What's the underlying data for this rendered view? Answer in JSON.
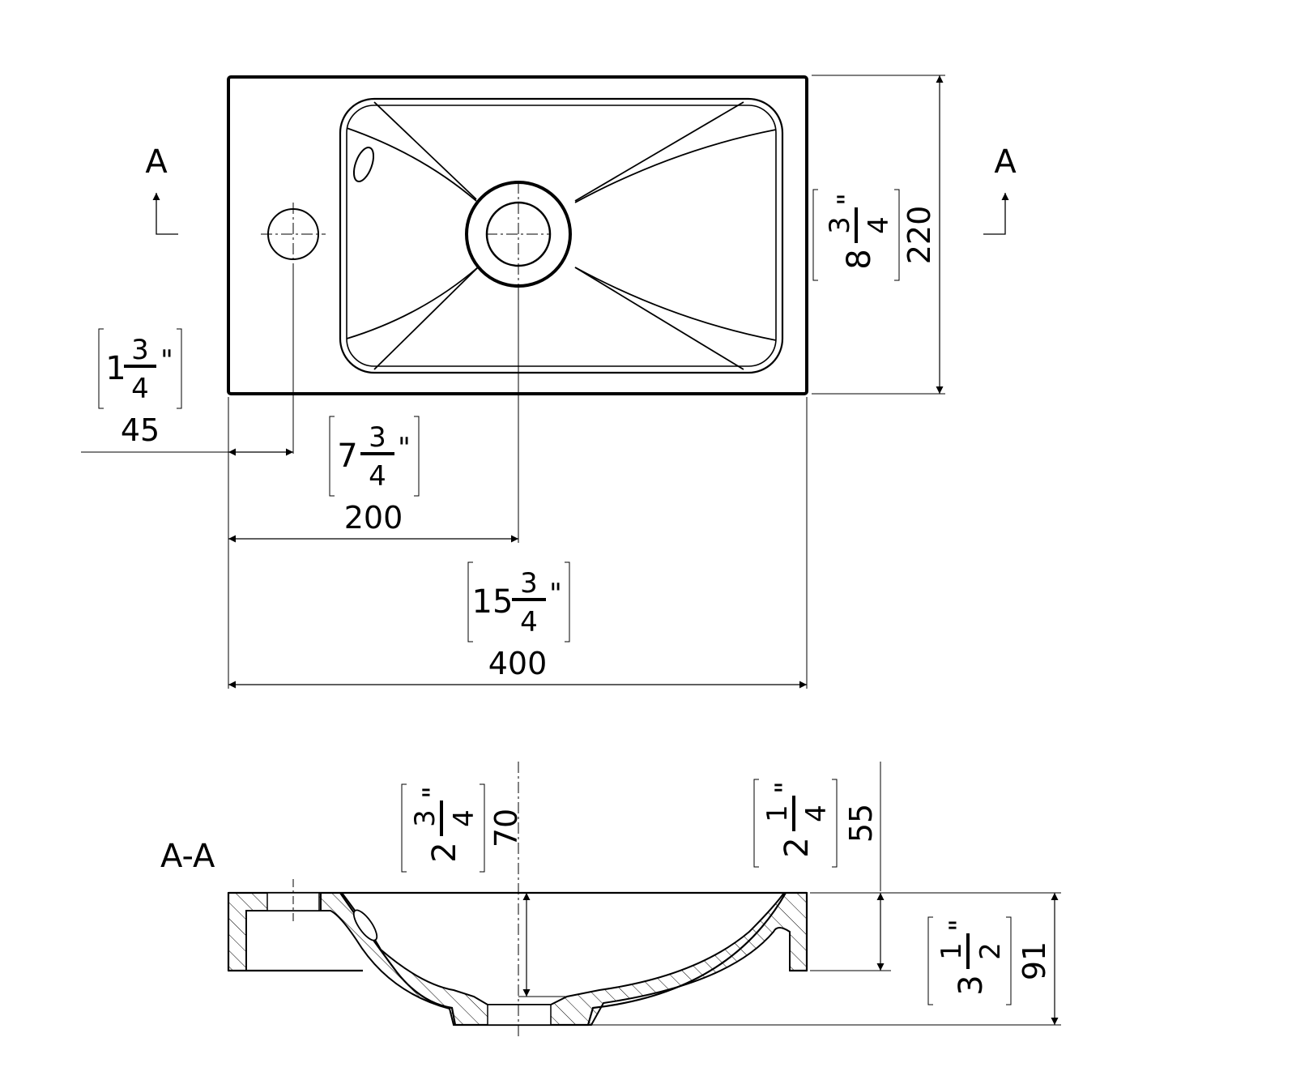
{
  "top_view": {
    "section_marker_left": "A",
    "section_marker_right": "A"
  },
  "section_view": {
    "title": "A-A"
  },
  "dimensions": {
    "offset_hole": {
      "mm": "45",
      "whole": "1",
      "num": "3",
      "den": "4",
      "inch_mark": "\""
    },
    "offset_drain": {
      "mm": "200",
      "whole": "7",
      "num": "3",
      "den": "4",
      "inch_mark": "\""
    },
    "width": {
      "mm": "400",
      "whole": "15",
      "num": "3",
      "den": "4",
      "inch_mark": "\""
    },
    "depth": {
      "mm": "220",
      "whole": "8",
      "num": "3",
      "den": "4",
      "inch_mark": "\""
    },
    "bowl_depth": {
      "mm": "70",
      "whole": "2",
      "num": "3",
      "den": "4",
      "inch_mark": "\""
    },
    "rim_height": {
      "mm": "55",
      "whole": "2",
      "num": "1",
      "den": "4",
      "inch_mark": "\""
    },
    "total_height": {
      "mm": "91",
      "whole": "3",
      "num": "1",
      "den": "2",
      "inch_mark": "\""
    }
  }
}
